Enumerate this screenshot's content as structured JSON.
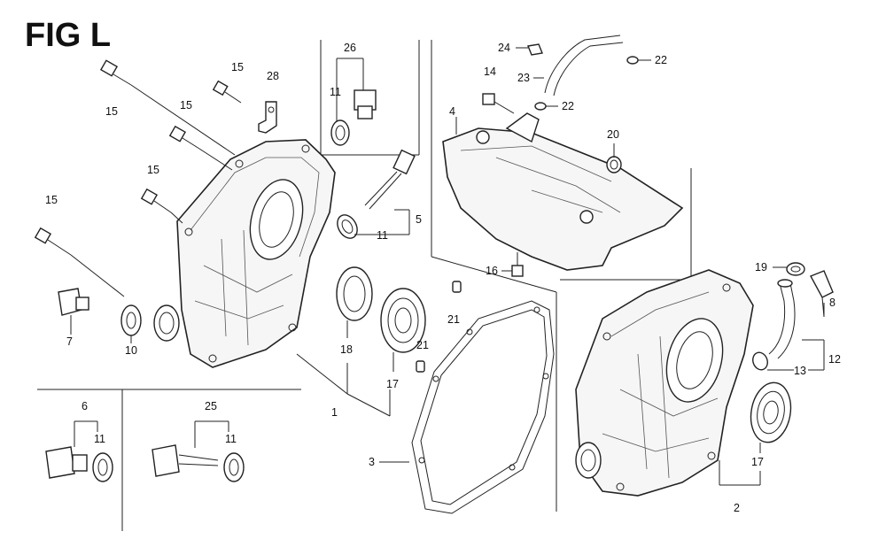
{
  "figure": {
    "title": "FIG L",
    "callouts": {
      "c1": "1",
      "c2": "2",
      "c3": "3",
      "c4": "4",
      "c5": "5",
      "c6": "6",
      "c7": "7",
      "c8": "8",
      "c10": "10",
      "c11a": "11",
      "c11b": "11",
      "c11c": "11",
      "c11d": "11",
      "c12": "12",
      "c13": "13",
      "c14": "14",
      "c15a": "15",
      "c15b": "15",
      "c15c": "15",
      "c15d": "15",
      "c15e": "15",
      "c16": "16",
      "c17a": "17",
      "c17b": "17",
      "c18": "18",
      "c19": "19",
      "c20": "20",
      "c21a": "21",
      "c21b": "21",
      "c22a": "22",
      "c22b": "22",
      "c23": "23",
      "c24": "24",
      "c25": "25",
      "c26": "26",
      "c28": "28"
    }
  }
}
